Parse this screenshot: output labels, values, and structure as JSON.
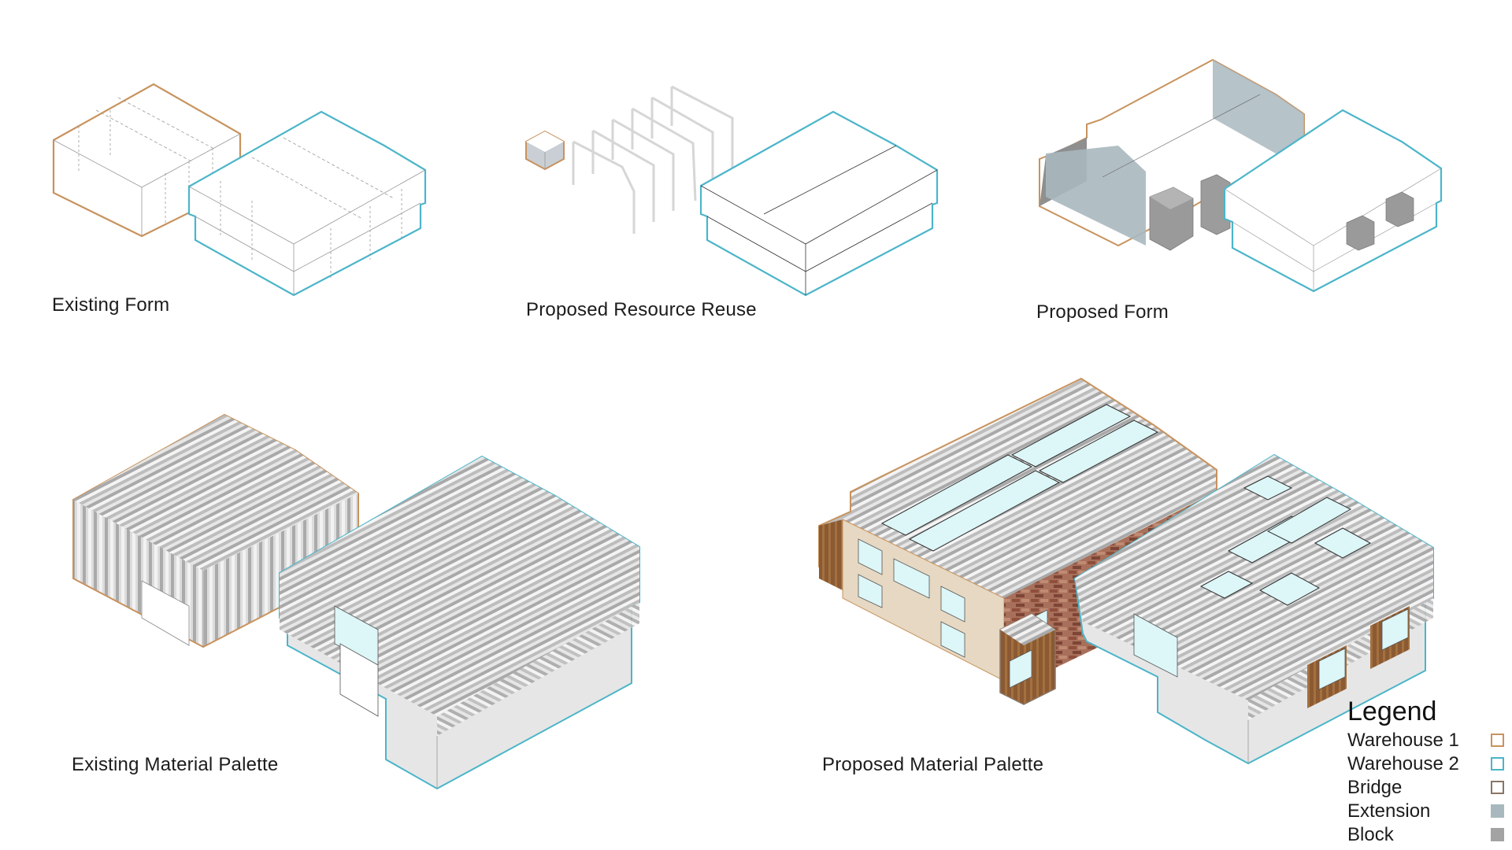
{
  "panels": [
    {
      "id": "existing-form",
      "caption": "Existing Form"
    },
    {
      "id": "proposed-resource-reuse",
      "caption": "Proposed Resource Reuse"
    },
    {
      "id": "proposed-form",
      "caption": "Proposed Form"
    },
    {
      "id": "existing-material-palette",
      "caption": "Existing Material Palette"
    },
    {
      "id": "proposed-material-palette",
      "caption": "Proposed Material Palette"
    }
  ],
  "legend": {
    "title": "Legend",
    "items": [
      {
        "label": "Warehouse 1",
        "color": "#C8935E",
        "style": "outline"
      },
      {
        "label": "Warehouse 2",
        "color": "#4BB5C9",
        "style": "outline"
      },
      {
        "label": "Bridge",
        "color": "#8A7566",
        "style": "outline"
      },
      {
        "label": "Extension",
        "color": "#A9B8BF",
        "style": "fill"
      },
      {
        "label": "Block",
        "color": "#A3A3A3",
        "style": "fill"
      }
    ]
  },
  "colors": {
    "warehouse1": "#C8935E",
    "warehouse2": "#4BB5C9",
    "bridge": "#8A7566",
    "extension": "#A9B8BF",
    "block": "#A3A3A3",
    "glazing": "#DDF6F8",
    "render": "#E6D8C2",
    "brick": "#9C5A45",
    "timber": "#8B5A33",
    "cladding": "#CFCFCF"
  }
}
